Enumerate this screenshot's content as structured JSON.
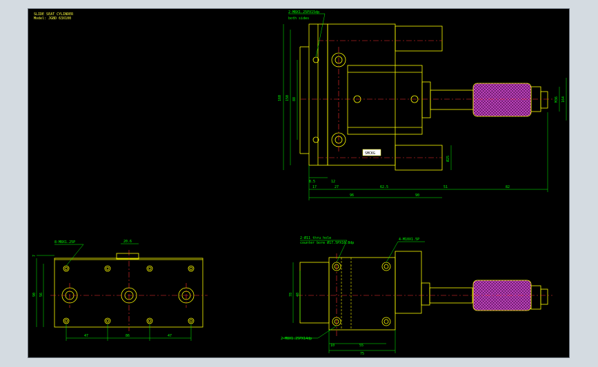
{
  "title_block": {
    "title": "SLIDE SEAT CYLINDER",
    "model": "Model: JGBD 63X100"
  },
  "colors": {
    "background": "#000000",
    "outline": "#ffff00",
    "dimension": "#00ff00",
    "centerline": "#ff3030",
    "hatch": "#c030c0",
    "frame": "#d4dbe1"
  },
  "top_view": {
    "callout_top": "2-M8X1.25PX15dp",
    "callout_top_sub": "both sides",
    "label_plate": "SMCKG",
    "dims_left": [
      "160",
      "150",
      "88"
    ],
    "dims_right": [
      "M36",
      "164"
    ],
    "dims_small": [
      "Ø25"
    ],
    "dims_bottom_row1": [
      "8.5",
      "12"
    ],
    "dims_bottom_row2": [
      "17",
      "27",
      "62.5",
      "51",
      "82"
    ],
    "dims_bottom_row3": [
      "96",
      "90"
    ]
  },
  "bottom_left_view": {
    "callout": "8-M8X1.25P",
    "dims_top": [
      "20.6"
    ],
    "dims_left": [
      "7",
      "90",
      "56"
    ],
    "dims_bottom": [
      "47",
      "86",
      "47"
    ]
  },
  "bottom_right_view": {
    "callout_1": "2-Ø11  thru hole",
    "callout_1_sub": "counter bore Ø17.5PX10.8dp",
    "callout_2": "4-M10X1.5P",
    "callout_3": "2-M8X1.25PX14dp",
    "dims_left": [
      "78",
      "48"
    ],
    "dims_bottom": [
      "10",
      "55",
      "75"
    ]
  }
}
